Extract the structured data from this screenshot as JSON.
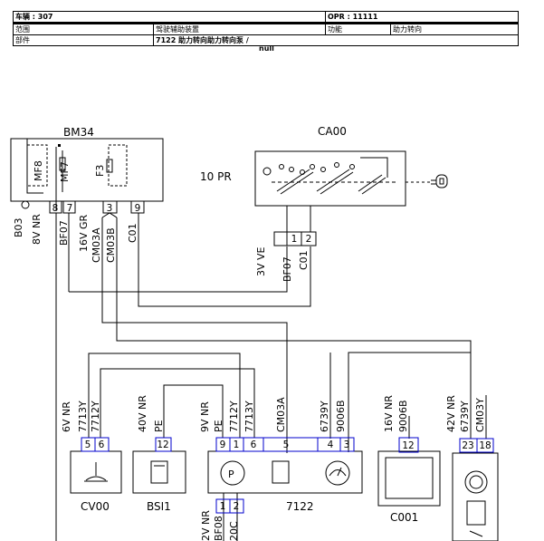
{
  "header": {
    "vehicle": "车辆 : 307",
    "opr": "OPR : 11111",
    "scope_label": "范围",
    "scope_value": "驾驶辅助装置",
    "function_label": "功能",
    "function_value": "助力转向",
    "part_label": "部件",
    "part_value": "7122 助力转向助力转向泵 /",
    "null_text": "null"
  },
  "components": {
    "bm34": "BM34",
    "ca00": "CA00",
    "ca00_note": "10 PR",
    "cv00": "CV00",
    "bsi1": "BSI1",
    "c7122": "7122",
    "c001": "C001"
  },
  "bm34": {
    "fuse_mf8": "MF8",
    "fuse_mf7": "MF7",
    "fuse_f3": "F3",
    "pins": [
      "8",
      "7",
      "3",
      "9"
    ],
    "wire_b03": "B03",
    "wire_8vnr": "8V NR",
    "wire_bf07": "BF07",
    "wire_16vgr": "16V GR",
    "wire_cm03a": "CM03A",
    "wire_cm03b": "CM03B",
    "wire_c01": "C01"
  },
  "ca00_conn": {
    "pins": [
      "1",
      "2"
    ],
    "wire_3vve": "3V VE",
    "wire_bf07": "BF07",
    "wire_c01": "C01"
  },
  "cv00_conn": {
    "pins": [
      "5",
      "6"
    ],
    "wire_6vnr": "6V NR",
    "wire_7713y": "7713Y",
    "wire_7712y": "7712Y"
  },
  "bsi1_conn": {
    "pins": [
      "12"
    ],
    "wire_40vnr": "40V NR",
    "wire_pe": "PE"
  },
  "c7122_main": {
    "pins": [
      "9",
      "1",
      "6",
      "5",
      "4",
      "3"
    ],
    "wire_9vnr": "9V NR",
    "wire_pe": "PE",
    "wire_7712y": "7712Y",
    "wire_7713y": "7713Y",
    "wire_cm03a": "CM03A",
    "wire_6739y": "6739Y",
    "wire_9006b": "9006B"
  },
  "c7122_low": {
    "pins": [
      "1",
      "2"
    ],
    "wire_2vnr": "2V NR",
    "wire_bf08": "BF08",
    "wire_20c": "20C"
  },
  "c001_conn": {
    "pins": [
      "12"
    ],
    "wire_16vnr": "16V NR",
    "wire_9006b": "9006B"
  },
  "right_conn": {
    "pins": [
      "23",
      "18"
    ],
    "wire_42vnr": "42V NR",
    "wire_6739y": "6739Y",
    "wire_cm03y": "CM03Y"
  },
  "colors": {
    "line": "#000000",
    "connector_blue": "#0000cc",
    "bg": "#ffffff"
  }
}
